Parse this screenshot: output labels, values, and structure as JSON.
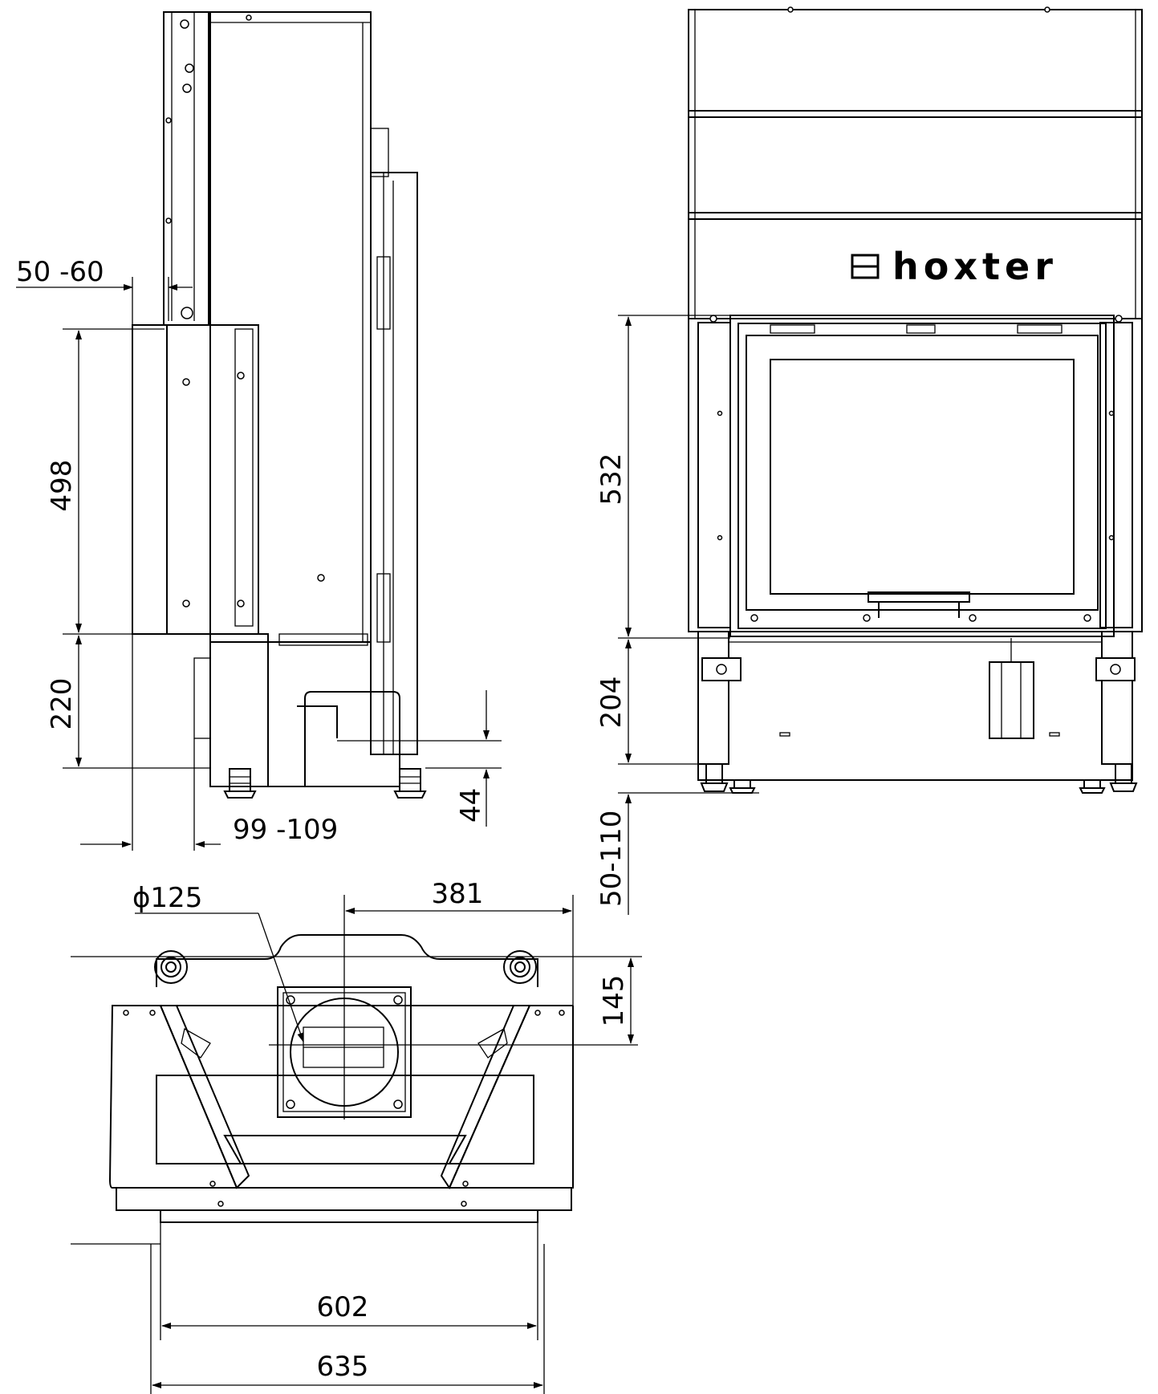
{
  "brand": {
    "logo_text": "hoxter"
  },
  "dimensions": {
    "flue_offset_range": "50 -60",
    "vertical_opening": "498",
    "vertical_base": "220",
    "rear_offset_range": "99 -109",
    "foot_height": "44",
    "door_height": "532",
    "base_height": "204",
    "leg_adjust_range": "50-110",
    "flue_diameter": "ϕ125",
    "flue_offset_x": "381",
    "flue_offset_y": "145",
    "inner_width": "602",
    "outer_width": "635"
  }
}
